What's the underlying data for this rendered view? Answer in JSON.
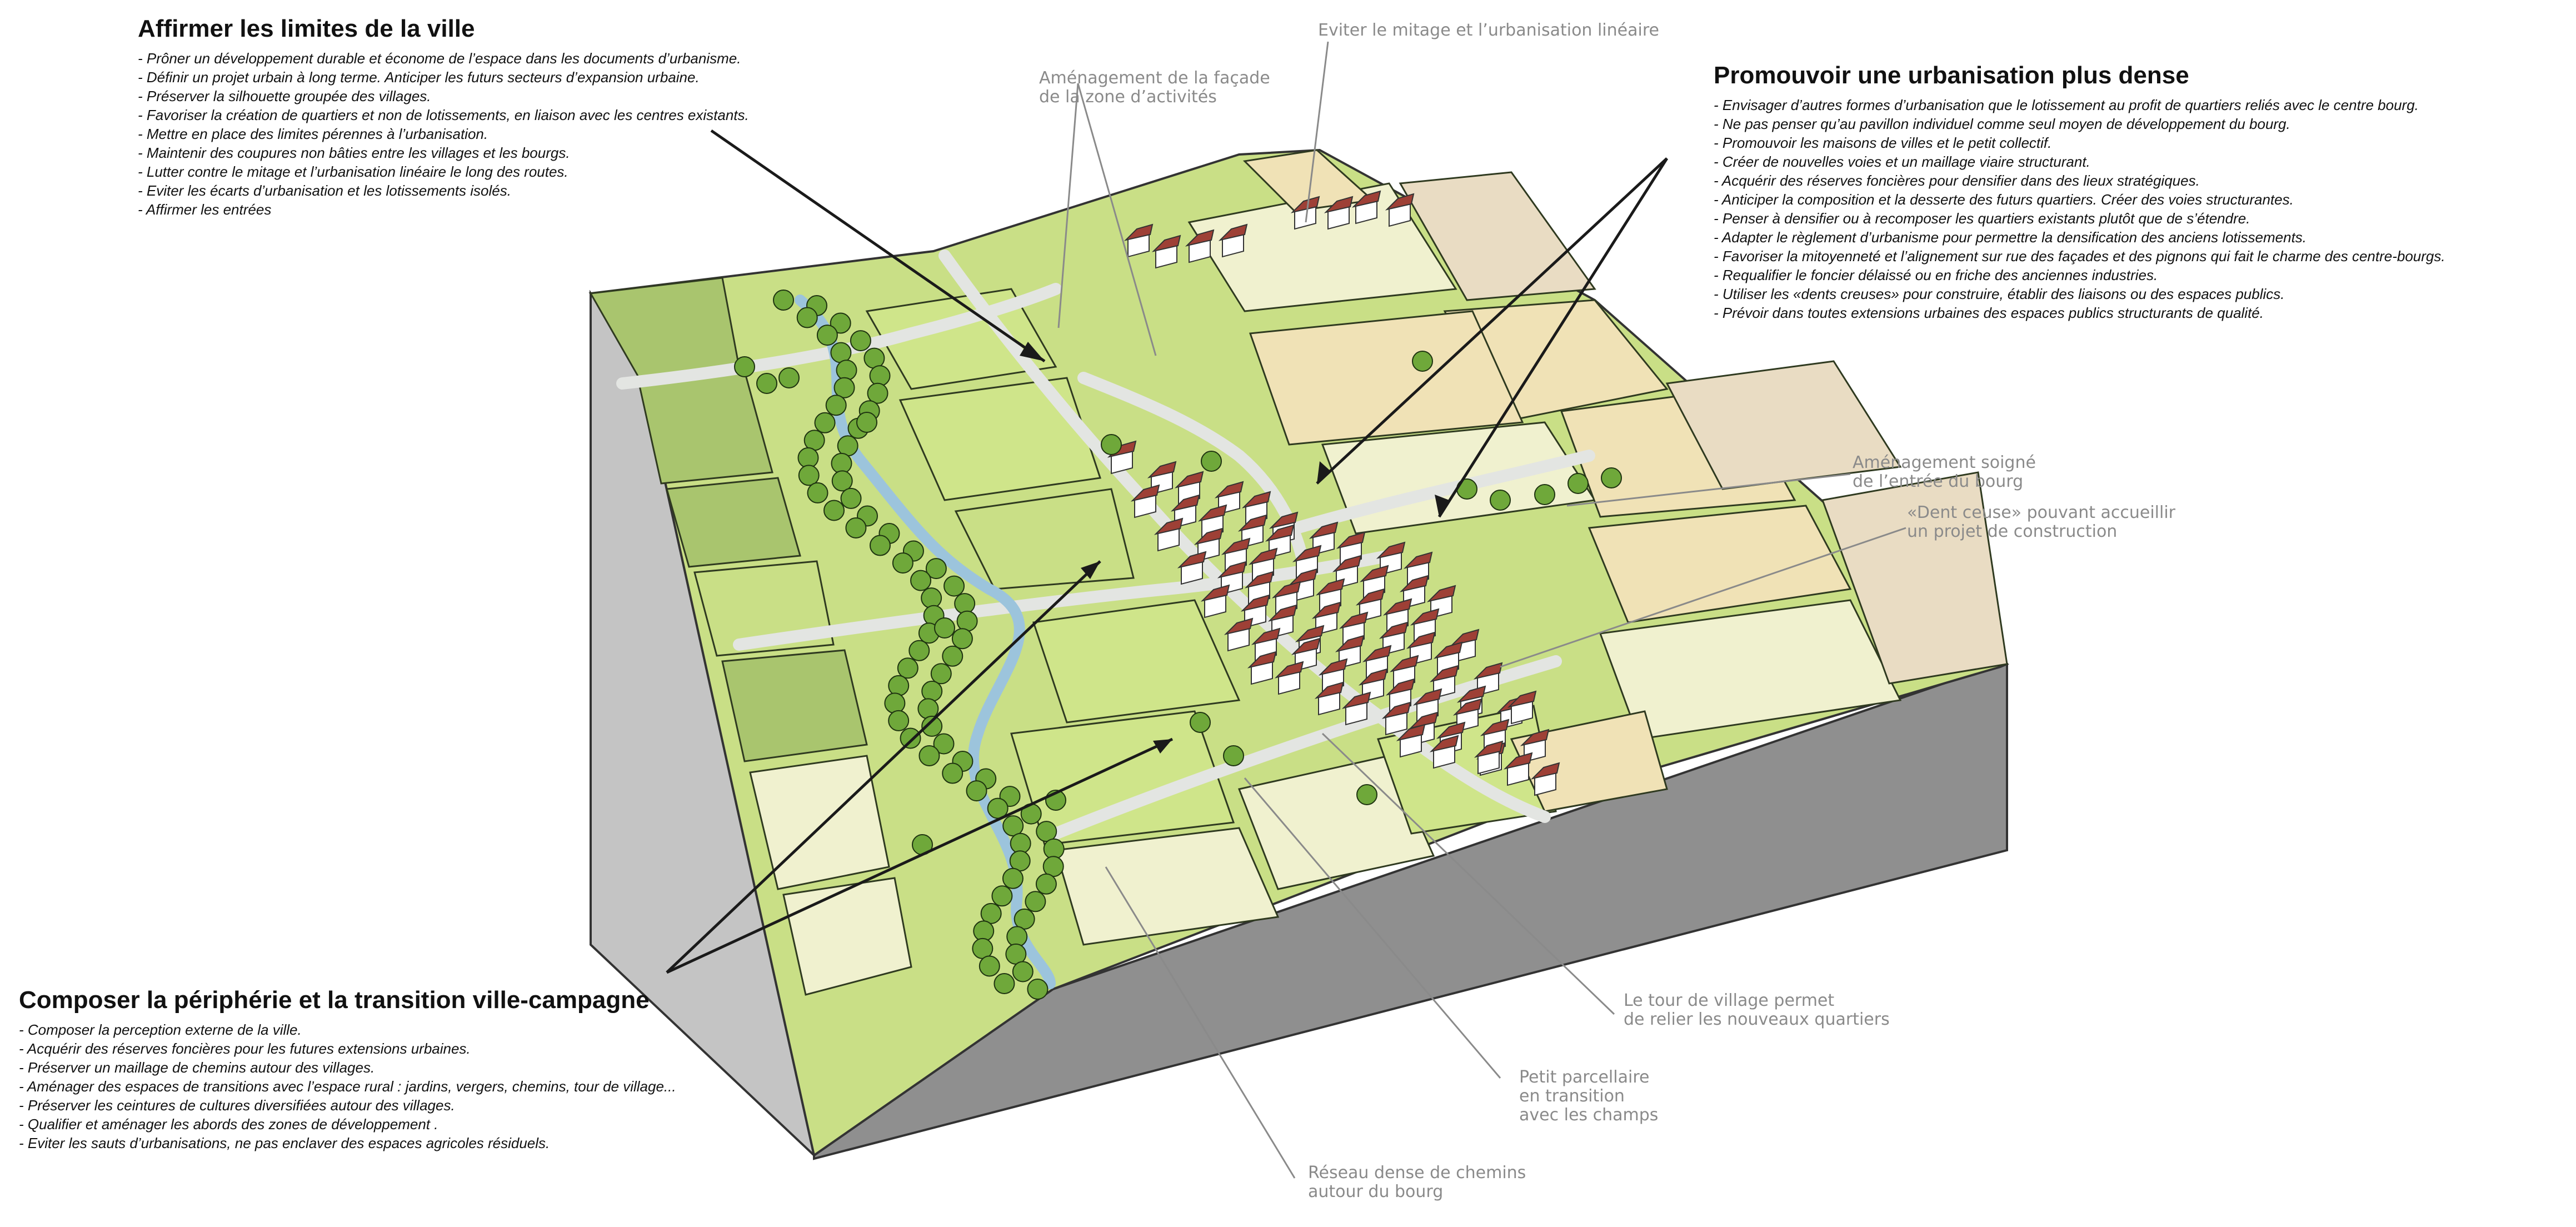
{
  "colors": {
    "side_left": "#c4c4c4",
    "side_front": "#8f8f8f",
    "field_green_dark": "#a9c56e",
    "field_green_light": "#c9df86",
    "field_lime": "#cfe58a",
    "field_cream": "#f0f1cf",
    "field_tan": "#f0e2b6",
    "field_beige": "#e9dcc3",
    "road": "#e3e5e2",
    "river": "#9cc4dc",
    "tree": "#6fa83a",
    "roof": "#9e4036",
    "label_grey": "#8a8a8a",
    "arrow": "#1a1a1a"
  },
  "blocks": {
    "limites": {
      "title": "Affirmer les limites de la ville",
      "items": [
        "- Prôner un développement durable et économe de l’espace dans les documents d’urbanisme.",
        "- Définir un projet urbain à long terme. Anticiper les futurs secteurs d’expansion urbaine.",
        "- Préserver la silhouette groupée des villages.",
        "- Favoriser la création de quartiers et non de lotissements, en liaison avec les centres existants.",
        "- Mettre en place des limites pérennes à l’urbanisation.",
        "- Maintenir des coupures non bâties entre les villages et les bourgs.",
        "- Lutter contre le mitage et l’urbanisation linéaire le long des routes.",
        "- Eviter les écarts d’urbanisation et les lotissements isolés.",
        "- Affirmer les entrées"
      ]
    },
    "dense": {
      "title": "Promouvoir une urbanisation plus dense",
      "items": [
        "- Envisager d’autres formes d’urbanisation que le lotissement au profit de quartiers reliés avec le centre bourg.",
        "- Ne pas penser qu’au pavillon individuel comme seul moyen de développement du bourg.",
        "- Promouvoir les maisons de villes et le petit collectif.",
        "- Créer de nouvelles voies et un maillage viaire structurant.",
        "- Acquérir des réserves foncières pour densifier dans des lieux stratégiques.",
        "- Anticiper la composition et la desserte des futurs quartiers. Créer des voies structurantes.",
        "- Penser à densifier ou à recomposer les quartiers existants plutôt que de s’étendre.",
        "- Adapter le règlement d’urbanisme pour permettre la densification des anciens lotissements.",
        "- Favoriser la mitoyenneté et l’alignement sur rue des façades et des pignons qui fait le charme des centre-bourgs.",
        "- Requalifier le foncier délaissé ou en friche des anciennes industries.",
        "- Utiliser les «dents creuses» pour construire, établir des liaisons ou des espaces publics.",
        "- Prévoir dans toutes extensions urbaines des espaces publics structurants de qualité."
      ]
    },
    "peripherie": {
      "title": "Composer la périphérie et la transition ville-campagne",
      "items": [
        "- Composer la perception externe de la ville.",
        "- Acquérir des réserves foncières pour les futures extensions urbaines.",
        "- Préserver un maillage de chemins autour des villages.",
        "- Aménager des espaces de transitions avec l’espace rural : jardins, vergers, chemins, tour de village...",
        "- Préserver les ceintures de cultures diversifiées autour des villages.",
        "- Qualifier et aménager les abords des zones de développement .",
        "- Eviter les sauts d’urbanisations, ne pas enclaver des espaces agricoles résiduels."
      ]
    }
  },
  "annotations": {
    "mitage": [
      "Eviter le mitage et l’urbanisation linéaire"
    ],
    "facade": [
      "Aménagement de la façade",
      "de la zone d’activités"
    ],
    "entree": [
      "Aménagement soigné",
      "de l’entrée du bourg"
    ],
    "dent": [
      "«Dent ceuse» pouvant accueillir",
      "un projet de construction"
    ],
    "tour": [
      "Le tour de village permet",
      "de relier les nouveaux quartiers"
    ],
    "parcellaire": [
      "Petit parcellaire",
      "en transition",
      "avec les champs"
    ],
    "reseau": [
      "Réseau dense de chemins",
      "autour du bourg"
    ]
  }
}
